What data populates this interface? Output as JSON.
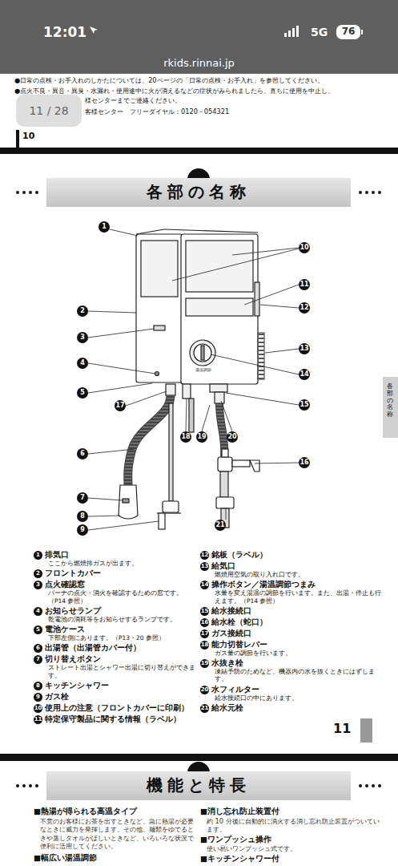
{
  "diagram": {
    "title": "各部の名称",
    "nodes": [
      {
        "text": [
          "1"
        ]
      },
      {
        "text": [
          "2"
        ]
      },
      {
        "text": [
          "3"
        ]
      },
      {
        "text": [
          "4"
        ]
      },
      {
        "text": [
          "5"
        ]
      },
      {
        "text": [
          "6"
        ]
      },
      {
        "text": [
          "7"
        ]
      },
      {
        "text": [
          "8"
        ]
      },
      {
        "text": [
          "9"
        ]
      },
      {
        "text": [
          "10"
        ]
      },
      {
        "text": [
          "11"
        ]
      },
      {
        "text": [
          "12"
        ]
      },
      {
        "text": [
          "13"
        ]
      },
      {
        "text": [
          "14"
        ]
      },
      {
        "text": [
          "15"
        ]
      },
      {
        "text": [
          "16"
        ]
      },
      {
        "text": [
          "17"
        ]
      },
      {
        "text": [
          "18"
        ]
      },
      {
        "text": [
          "19"
        ]
      },
      {
        "text": [
          "20"
        ]
      },
      {
        "text": [
          "21"
        ]
      },
      {
        "text": [
          "1"
        ]
      },
      {
        "text": [
          "2"
        ]
      },
      {
        "text": [
          "3"
        ]
      },
      {
        "text": [
          "4"
        ]
      },
      {
        "text": [
          "5"
        ]
      },
      {
        "text": [
          "6"
        ]
      },
      {
        "text": [
          "7"
        ]
      },
      {
        "text": [
          "8"
        ]
      },
      {
        "text": [
          "9"
        ]
      },
      {
        "text": [
          "10"
        ]
      },
      {
        "text": [
          "11"
        ]
      },
      {
        "text": [
          "12"
        ]
      },
      {
        "text": [
          "13"
        ]
      },
      {
        "text": [
          "14"
        ]
      },
      {
        "text": [
          "15"
        ]
      },
      {
        "text": [
          "16"
        ]
      },
      {
        "text": [
          "17"
        ]
      },
      {
        "text": [
          "18"
        ]
      },
      {
        "text": [
          "19"
        ]
      },
      {
        "text": [
          "20"
        ]
      },
      {
        "text": [
          "21"
        ]
      }
    ],
    "labels": [
      "12:01",
      "5G",
      "76",
      "rkids.rinnai.jp",
      "●日常の点検・お手入れのしかたについては、20ページの「日常の点検・お手入れ」を参照してください。",
      "●点火不良・異音・異臭・水漏れ・使用途中に火が消えるなどの症状がみられましたら、直ちに使用を中止し、",
      "様センターまでご連絡ください。",
      "客様センター　フリーダイヤル：0120－054321",
      "10",
      "11 / 28",
      "湯温調節",
      "各部の名称",
      "排気口",
      "ここから燃焼排ガスが出ます。",
      "フロントカバー",
      "点火確認窓",
      "バーナの点火・消火を確認するための窓です。（P14 参照）",
      "お知らせランプ",
      "乾電池の消耗等をお知らせするランプです。",
      "電池ケース",
      "下部左側にあります。（P13・20 参照）",
      "出湯管（出湯管カバー付）",
      "切り替えボタン",
      "ストレート出湯とシャワー出湯に切り替えができます。",
      "キッチンシャワー",
      "ガス栓",
      "使用上の注意（フロントカバーに印刷）",
      "特定保守製品に関する情報（ラベル）",
      "銘板（ラベル）",
      "給気口",
      "燃焼用空気の取り入れ口です。",
      "操作ボタン／湯温調節つまみ",
      "水量を変え湯温の調節を行います。また、出湯・停止も行えます。（P14 参照）",
      "給水接続口",
      "給水栓（蛇口）",
      "ガス接続口",
      "能力切替レバー",
      "ガス量の調節を行います。",
      "水抜き栓",
      "凍結予防のためなど、機器内の水を抜くときにはずします。",
      "水フィルター",
      "給水接続口の中にあります。",
      "給水元栓",
      "11",
      "機能と特長",
      "■熱湯が得られる高温タイプ",
      "不意のお客様にお茶を出すときなど、急に熱湯が必要なときに威力を発揮します。その他、麺類をゆでるときや蒸しタオルがほしいときなど、いろいろな状況で便利に活用してください。",
      "■幅広い湯温調節",
      "■消し忘れ防止装置付",
      "約 10 分後に自動的に消火する消し忘れ防止装置がついています。",
      "■ワンプッシュ操作",
      "使い易いワンプッシュ式です。",
      "■キッチンシャワー付"
    ]
  }
}
